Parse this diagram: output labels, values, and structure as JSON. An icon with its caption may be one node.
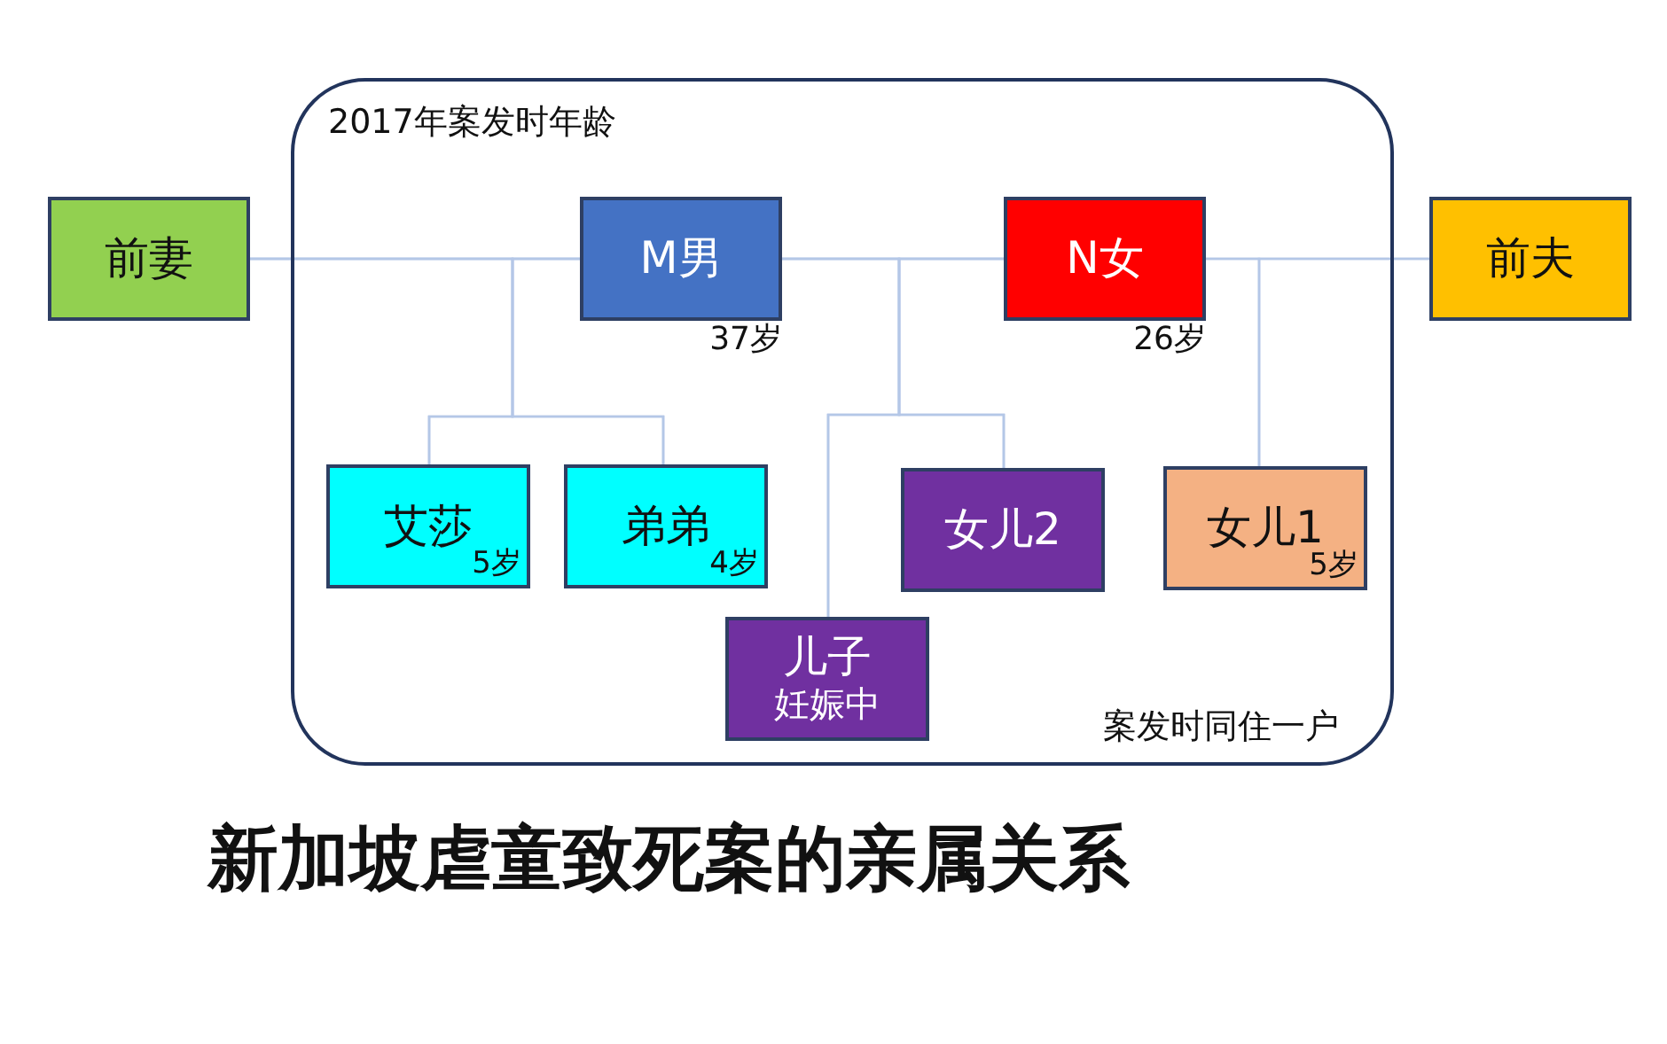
{
  "diagram": {
    "title": "新加坡虐童致死案的亲属关系",
    "nodes": [
      {
        "text": [
          "2017年案发时年龄",
          "案发时同住一户"
        ]
      },
      {
        "text": [
          "前妻"
        ]
      },
      {
        "text": [
          "M男"
        ],
        "in": 0,
        "beside": [
          "37岁"
        ]
      },
      {
        "text": [
          "N女"
        ],
        "in": 0,
        "beside": [
          "26岁"
        ]
      },
      {
        "text": [
          "前夫"
        ]
      },
      {
        "text": [
          "艾莎",
          "5岁"
        ],
        "in": 0
      },
      {
        "text": [
          "弟弟",
          "4岁"
        ],
        "in": 0
      },
      {
        "text": [
          "女儿2"
        ],
        "in": 0
      },
      {
        "text": [
          "女儿1",
          "5岁"
        ],
        "in": 0
      },
      {
        "text": [
          "儿子",
          "妊娠中"
        ],
        "in": 0
      }
    ],
    "edges": [
      {
        "from": 1,
        "to": 2,
        "arrow": "none"
      },
      {
        "from": 2,
        "to": 3,
        "arrow": "none"
      },
      {
        "from": 3,
        "to": 4,
        "arrow": "none"
      },
      {
        "from": 1,
        "to": 5,
        "arrow": "none"
      },
      {
        "from": 2,
        "to": 5,
        "arrow": "none"
      },
      {
        "from": 1,
        "to": 6,
        "arrow": "none"
      },
      {
        "from": 2,
        "to": 6,
        "arrow": "none"
      },
      {
        "from": 2,
        "to": 7,
        "arrow": "none"
      },
      {
        "from": 3,
        "to": 7,
        "arrow": "none"
      },
      {
        "from": 2,
        "to": 9,
        "arrow": "none"
      },
      {
        "from": 3,
        "to": 9,
        "arrow": "none"
      },
      {
        "from": 3,
        "to": 8,
        "arrow": "none"
      },
      {
        "from": 4,
        "to": 8,
        "arrow": "none"
      }
    ]
  }
}
